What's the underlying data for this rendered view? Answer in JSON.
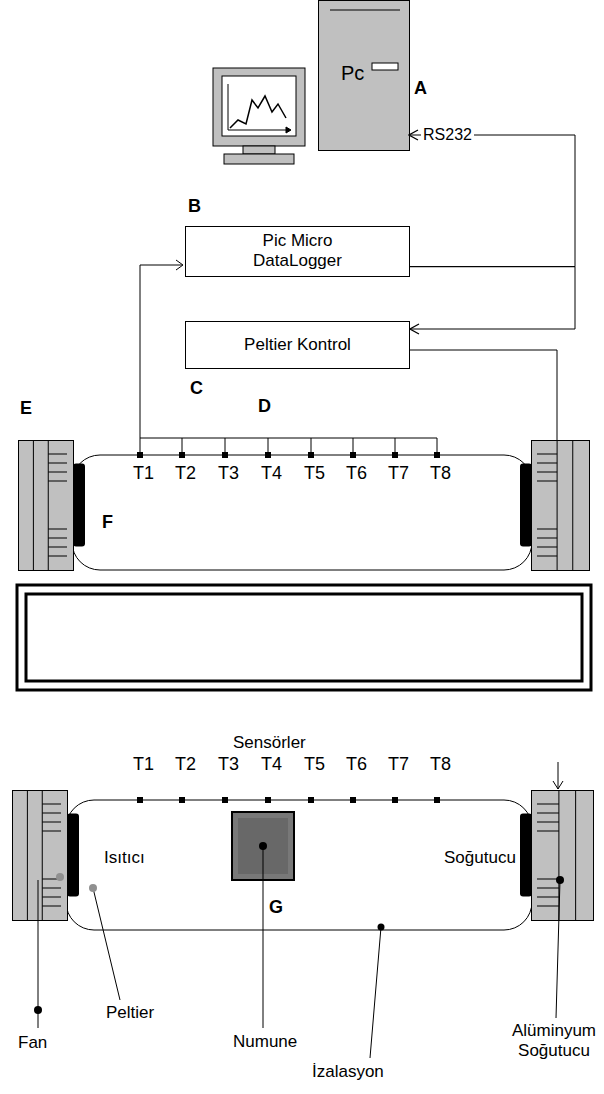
{
  "diagram": {
    "nodes": [
      {
        "text": [
          "Pc"
        ]
      },
      {
        "text": [
          "Pic Micro DataLogger"
        ]
      },
      {
        "text": [
          "Peltier Kontrol"
        ]
      }
    ],
    "edges": [
      {
        "from": 1,
        "to": 0,
        "arrow": "to",
        "label": "RS232"
      },
      {
        "from": 1,
        "to": 2,
        "arrow": "to"
      }
    ],
    "labels": [
      "A",
      "B",
      "C",
      "D",
      "E",
      "F",
      "T1",
      "T2",
      "T3",
      "T4",
      "T5",
      "T6",
      "T7",
      "T8",
      "Sensörler",
      "T1",
      "T2",
      "T3",
      "T4",
      "T5",
      "T6",
      "T7",
      "T8",
      "Isıtıcı",
      "Soğutucu",
      "Fan",
      "Peltier",
      "G",
      "Numune",
      "İzalasyon",
      "Alüminyum Soğutucu"
    ]
  }
}
